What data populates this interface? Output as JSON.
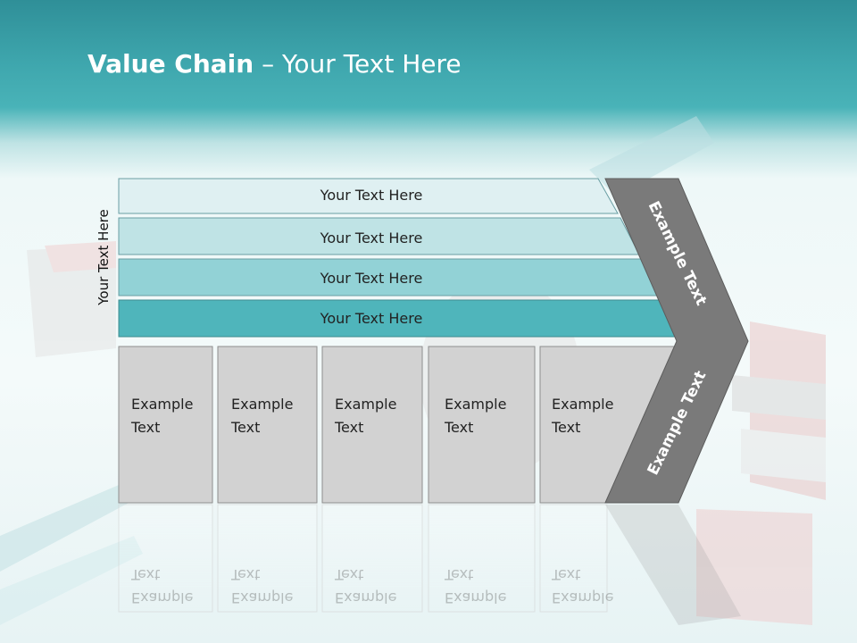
{
  "title": {
    "bold": "Value Chain",
    "rest": " – Your Text Here"
  },
  "side_label": "Your Text Here",
  "bars": [
    "Your Text Here",
    "Your Text Here",
    "Your Text Here",
    "Your Text Here"
  ],
  "boxes": [
    {
      "line1": "Example",
      "line2": "Text"
    },
    {
      "line1": "Example",
      "line2": "Text"
    },
    {
      "line1": "Example",
      "line2": "Text"
    },
    {
      "line1": "Example",
      "line2": "Text"
    },
    {
      "line1": "Example",
      "line2": "Text"
    }
  ],
  "chevron": {
    "upper": "Example Text",
    "lower": "Example Text"
  },
  "colors": {
    "header": "#3ea6ad",
    "bar1": "#dff0f2",
    "bar2": "#bfe3e5",
    "bar3": "#92d2d6",
    "bar4": "#4fb5bb",
    "box": "#d2d2d2",
    "chevron": "#7a7a7a"
  }
}
